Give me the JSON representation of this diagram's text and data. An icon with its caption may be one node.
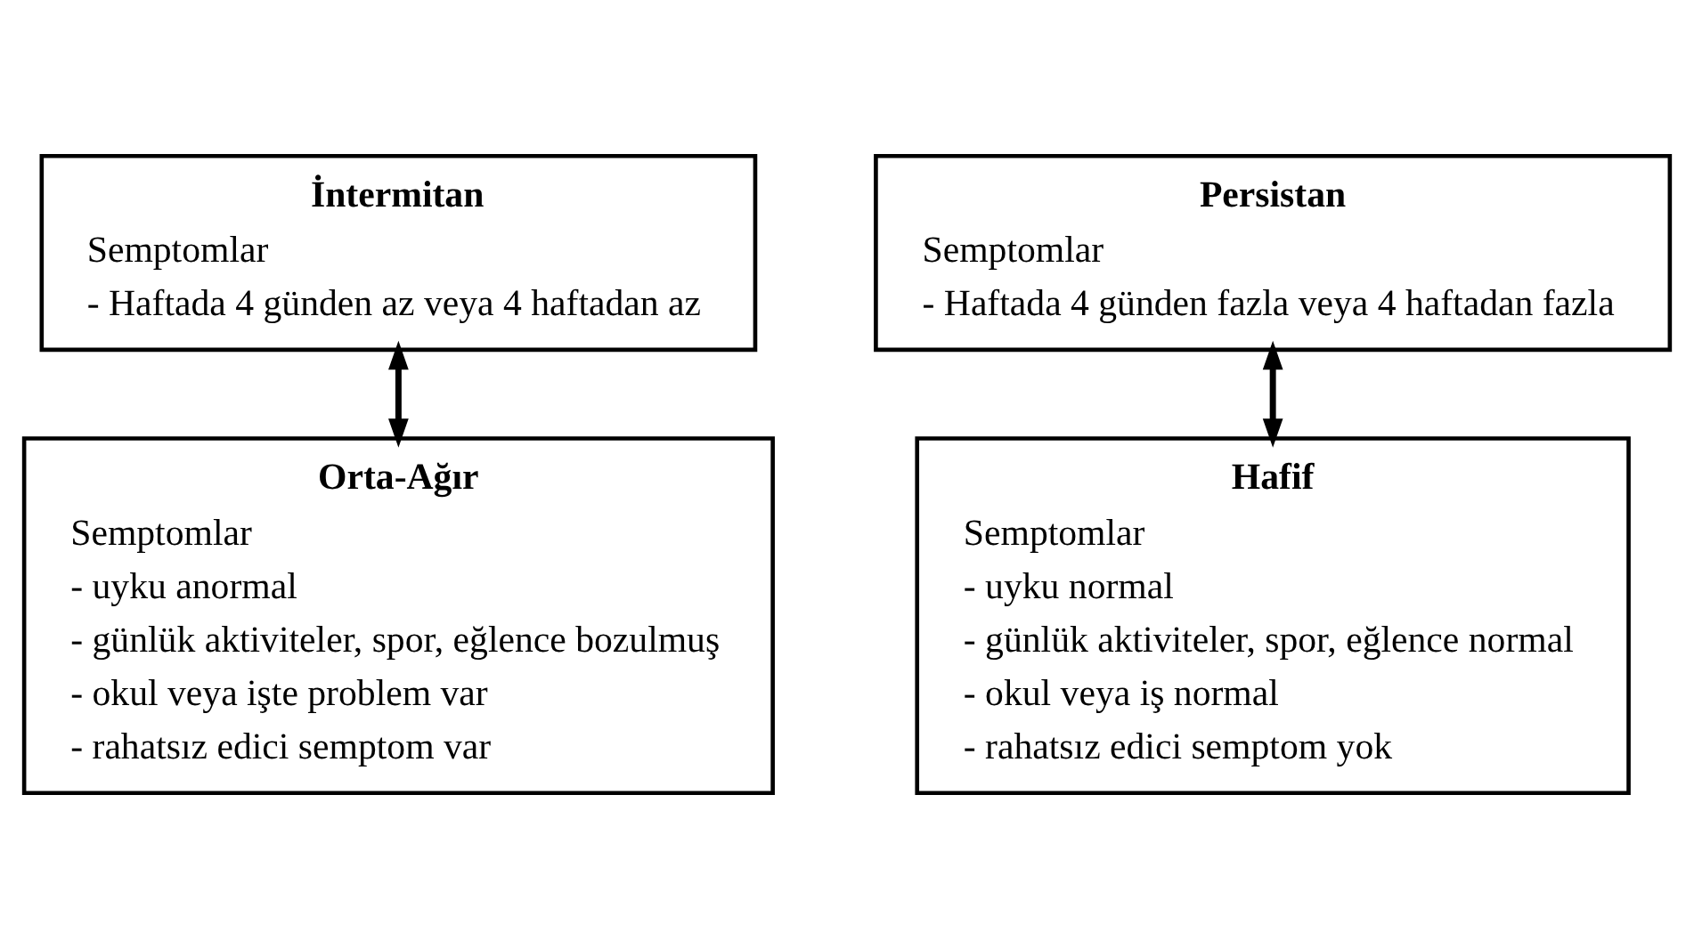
{
  "diagram": {
    "nodes": [
      {
        "text": [
          "İntermitan",
          "Semptomlar",
          "- Haftada 4 günden az veya 4 haftadan az"
        ]
      },
      {
        "text": [
          "Persistan",
          "Semptomlar",
          "- Haftada 4 günden fazla veya 4 haftadan fazla"
        ]
      },
      {
        "text": [
          "Hafif",
          "Semptomlar",
          "- uyku normal",
          "- günlük aktiviteler, spor, eğlence normal",
          "- okul veya iş normal",
          "- rahatsız edici semptom yok"
        ]
      },
      {
        "text": [
          "Orta-Ağır",
          "Semptomlar",
          "- uyku anormal",
          "- günlük aktiviteler, spor, eğlence bozulmuş",
          "- okul veya işte problem var",
          "- rahatsız edici semptom var"
        ]
      }
    ],
    "edges": [
      {
        "from": 0,
        "to": 3,
        "arrow": "both"
      },
      {
        "from": 1,
        "to": 2,
        "arrow": "both"
      }
    ]
  }
}
